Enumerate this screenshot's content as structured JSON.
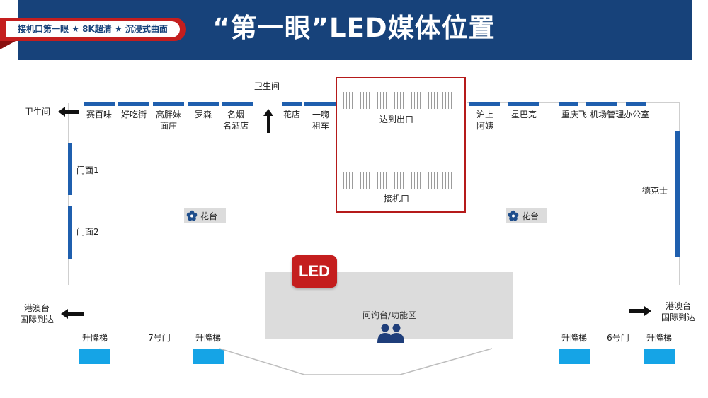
{
  "header": {
    "title": "“第一眼”LED媒体位置",
    "tag": "接机口第一眼 ★ 8K超清 ★ 沉浸式曲面"
  },
  "plan": {
    "toilet_top": "卫生间",
    "toilet_left": "卫生间",
    "shops": [
      "赛百味",
      "好吃街",
      "高胖妹\n面庄",
      "罗森",
      "名烟\n名酒店",
      "花店",
      "一嗨\n租车",
      "沪上\n阿姨",
      "星巴克",
      "重庆飞-机场管理办公室"
    ],
    "exit_label": "达到出口",
    "pickup_label": "接机口",
    "door1": "门面1",
    "door2": "门面2",
    "dicos": "德克士",
    "flower_left": "花台",
    "flower_right": "花台",
    "led_badge": "LED",
    "info_desk": "问询台/功能区",
    "hk_left": "港澳台\n国际到达",
    "hk_right": "港澳台\n国际到达",
    "elevator": "升降梯",
    "gate7": "7号门",
    "gate6": "6号门"
  },
  "colors": {
    "header_bg": "#17427a",
    "accent_red": "#c41e1e",
    "shop_blue": "#1f5fae",
    "elevator_blue": "#15a4e6",
    "area_gray": "#dcdcdc"
  },
  "icons": [
    "arrow-left-icon",
    "arrow-up-icon",
    "arrow-right-icon",
    "flower-icon",
    "people-icon"
  ]
}
